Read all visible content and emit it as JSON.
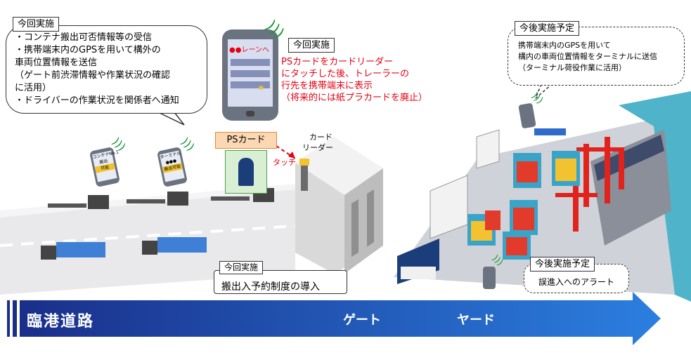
{
  "left_box": {
    "tag": "今回実施",
    "lines": [
      "・コンテナ搬出可否情報等の受信",
      "・携帯端末内のGPSを用いて構外の",
      "  車両位置情報を送信",
      "  （ゲート前渋滞情報や作業状況の確認",
      "   に活用）",
      "・ドライバーの作業状況を関係者へ通知"
    ]
  },
  "center": {
    "tag": "今回実施",
    "lines": [
      "PSカードをカードリーダー",
      "にタッチした後、トレーラーの",
      "行先を携帯端末に表示",
      "（将来的には紙プラカードを廃止）"
    ],
    "phone_screen_text": "●●レーンへ",
    "ps_card_label": "PSカード",
    "touch_label": "タッチ",
    "card_reader_label_1": "カード",
    "card_reader_label_2": "リーダー",
    "text_color": "#e60012"
  },
  "right_top": {
    "tag": "今後実施予定",
    "lines": [
      "携帯端末内のGPSを用いて",
      "構内の車両位置情報をターミナルに送信",
      "（ターミナル荷役作業に活用）"
    ]
  },
  "right_bottom": {
    "tag": "今後実施予定",
    "text": "誤進入へのアラート"
  },
  "gate_box": {
    "tag": "今回実施",
    "text": "搬出入予約制度の導入"
  },
  "arrow": {
    "road": "臨港道路",
    "gate": "ゲート",
    "yard": "ヤード",
    "color_dark": "#1a2f8a",
    "color_light": "#2b7fe0"
  },
  "small_phones": {
    "phone1": [
      "コンテナNo.1",
      "搬出",
      "可能"
    ],
    "phone2": [
      "ターミナル",
      "●●●",
      "搬出可能"
    ]
  }
}
